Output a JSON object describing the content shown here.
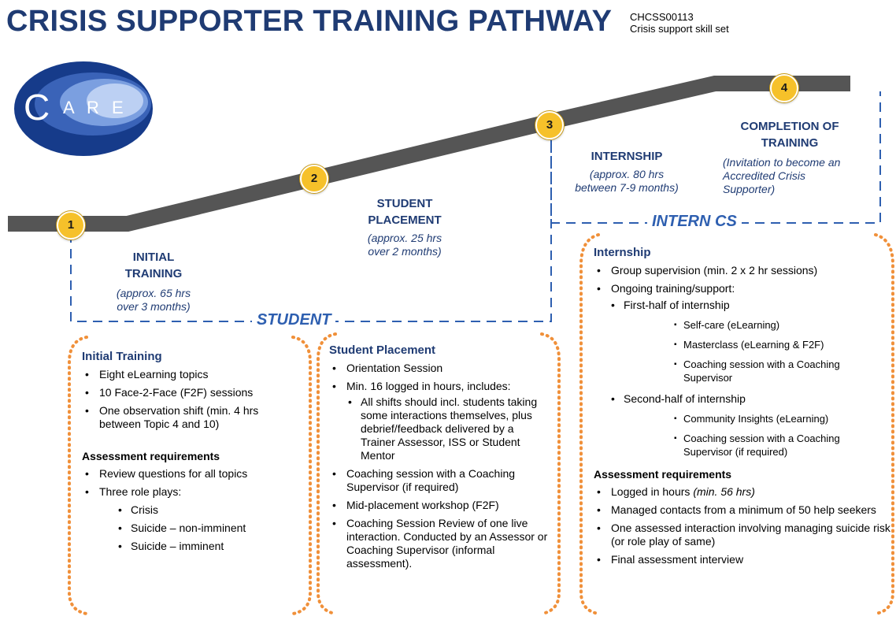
{
  "header": {
    "title": "CRISIS SUPPORTER TRAINING PATHWAY",
    "code": "CHCSS00113",
    "subtitle": "Crisis support skill set"
  },
  "logo": {
    "text_c": "C",
    "text_a": "A",
    "text_r": "R",
    "text_e": "E"
  },
  "colors": {
    "navy": "#1f3b73",
    "accent_blue": "#2e5fb0",
    "marker_gold": "#f6c12a",
    "dotted_orange": "#f0903a",
    "path_gray": "#555555"
  },
  "stages": [
    {
      "number": "1",
      "title_line1": "INITIAL",
      "title_line2": "TRAINING",
      "note_line1": "(approx. 65 hrs",
      "note_line2": "over 3 months)"
    },
    {
      "number": "2",
      "title_line1": "STUDENT",
      "title_line2": "PLACEMENT",
      "note_line1": "(approx. 25 hrs",
      "note_line2": "over 2 months)"
    },
    {
      "number": "3",
      "title_line1": "INTERNSHIP",
      "note_line1": "(approx. 80 hrs",
      "note_line2": "between 7-9 months)"
    },
    {
      "number": "4",
      "title_line1": "COMPLETION OF",
      "title_line2": "TRAINING",
      "note_line1": "(Invitation to become an",
      "note_line2": "Accredited Crisis",
      "note_line3": "Supporter)"
    }
  ],
  "brackets": {
    "student": "STUDENT",
    "intern": "INTERN  CS"
  },
  "boxes": {
    "initial": {
      "title": "Initial Training",
      "items": [
        "Eight eLearning topics",
        "10 Face-2-Face (F2F) sessions",
        "One observation shift (min. 4 hrs between Topic 4 and 10)"
      ],
      "assess_title": "Assessment requirements",
      "assess_items": [
        "Review questions for all topics",
        "Three role plays:"
      ],
      "role_plays": [
        "Crisis",
        "Suicide – non-imminent",
        "Suicide – imminent"
      ]
    },
    "placement": {
      "title": "Student Placement",
      "items": [
        "Orientation Session",
        "Min. 16 logged in hours, includes:"
      ],
      "sub_items": [
        "All shifts should incl. students taking some interactions themselves, plus debrief/feedback delivered by a Trainer Assessor, ISS or Student Mentor"
      ],
      "items2": [
        "Coaching session with a Coaching Supervisor (if required)",
        "Mid-placement workshop (F2F)",
        "Coaching Session Review of one live interaction. Conducted by an Assessor or Coaching Supervisor (informal assessment)."
      ]
    },
    "internship": {
      "title": "Internship",
      "items": [
        "Group supervision (min. 2 x 2 hr sessions)",
        "Ongoing training/support:"
      ],
      "first_half": "First-half of internship",
      "first_half_items": [
        "Self-care (eLearning)",
        "Masterclass (eLearning & F2F)",
        "Coaching session with a Coaching Supervisor"
      ],
      "second_half": "Second-half of internship",
      "second_half_items": [
        "Community Insights (eLearning)",
        "Coaching session with a Coaching Supervisor (if required)"
      ],
      "assess_title": "Assessment requirements",
      "assess_item1_main": "Logged in hours ",
      "assess_item1_italic": "(min. 56 hrs)",
      "assess_items": [
        "Managed contacts from  a minimum of 50 help seekers",
        "One assessed interaction involving managing suicide risk (or role play of same)",
        "Final assessment interview"
      ]
    }
  }
}
